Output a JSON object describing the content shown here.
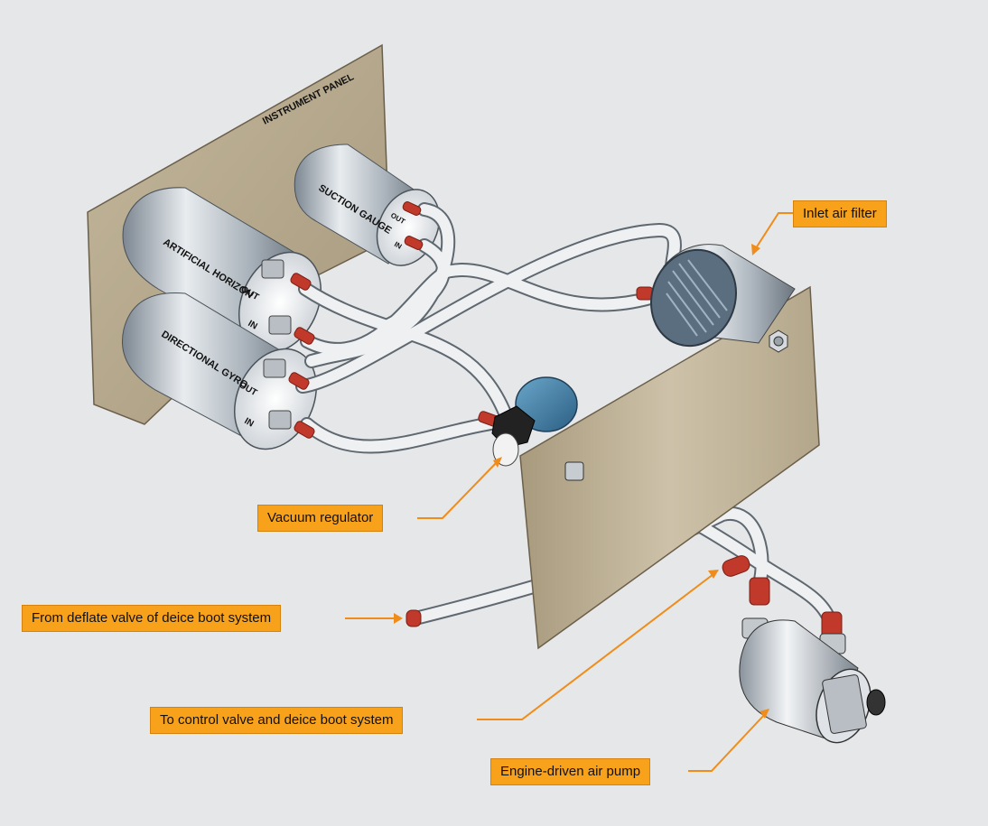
{
  "panels": {
    "instrument_panel": "INSTRUMENT PANEL"
  },
  "instruments": {
    "suction_gauge": "SUCTION GAUGE",
    "artificial_horizon": "ARTIFICIAL HORIZON",
    "directional_gyro": "DIRECTIONAL GYRO"
  },
  "ports": {
    "out": "OUT",
    "in": "IN"
  },
  "callouts": {
    "inlet_air_filter": "Inlet air filter",
    "vacuum_regulator": "Vacuum regulator",
    "from_deflate_valve": "From deflate valve of deice boot system",
    "to_control_valve": "To control valve and deice boot system",
    "engine_driven_pump": "Engine-driven air pump"
  },
  "colors": {
    "background": "#e6e7e8",
    "panel": "#b5a88e",
    "callout": "#f8a21c",
    "leader": "#f08c1a",
    "hose": "#eef0f2",
    "fitting": "#c0392b",
    "regulator": "#3f7fa8"
  }
}
